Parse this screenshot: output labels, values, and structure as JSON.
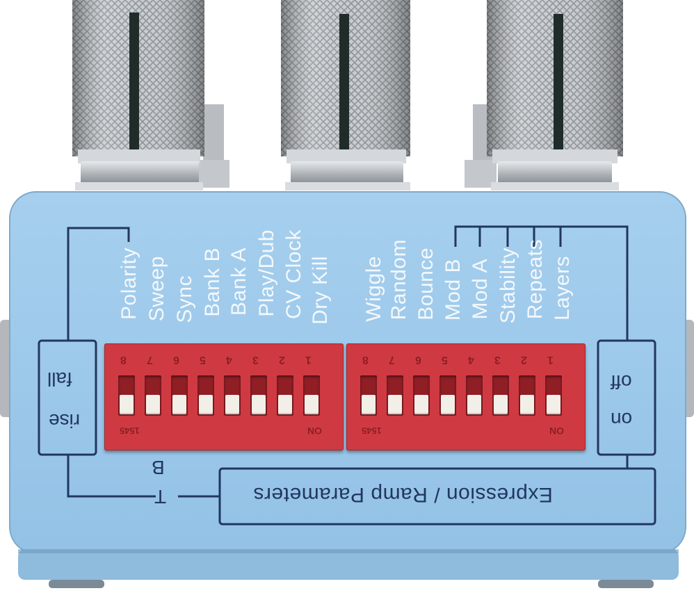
{
  "device": {
    "body_color": "#9cc8e9",
    "accent_color": "#22365e",
    "dip_color": "#cf3a42"
  },
  "labels": {
    "left_bank": [
      "Polarity",
      "Sweep",
      "Sync",
      "Bank B",
      "Bank A",
      "Play/Dub",
      "CV Clock",
      "Dry Kill"
    ],
    "right_bank": [
      "Wiggle",
      "Random",
      "Bounce",
      "Mod B",
      "Mod A",
      "Stability",
      "Repeats",
      "Layers"
    ]
  },
  "left_switch": {
    "top": "fall",
    "bottom": "rise"
  },
  "right_switch": {
    "top": "off",
    "bottom": "on"
  },
  "ramp": {
    "title": "Expression / Ramp Parameters",
    "t_label": "T",
    "b_label": "B"
  },
  "dip_left": {
    "numbers": [
      "8",
      "7",
      "6",
      "5",
      "4",
      "3",
      "2",
      "1"
    ],
    "on_text": "ON",
    "model_text": "1545"
  },
  "dip_right": {
    "numbers": [
      "8",
      "7",
      "6",
      "5",
      "4",
      "3",
      "2",
      "1"
    ],
    "on_text": "ON",
    "model_text": "1545"
  }
}
